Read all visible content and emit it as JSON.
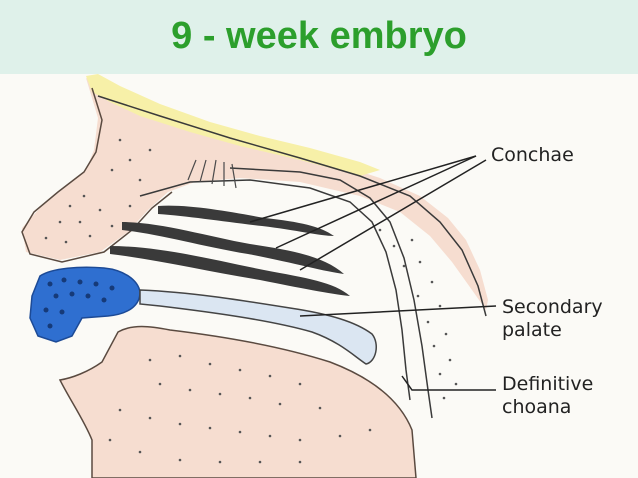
{
  "slide": {
    "title": "9 - week embryo",
    "accent_color": "#2c9f2c",
    "band_color": "#dff1ea"
  },
  "labels": {
    "conchae": "Conchae",
    "secondary_palate_line1": "Secondary",
    "secondary_palate_line2": "palate",
    "definitive_choana_line1": "Definitive",
    "definitive_choana_line2": "choana"
  },
  "colors": {
    "tissue": "#f6ddd0",
    "nasal_bone": "#f7f0a8",
    "premaxilla": "#2f6fd0",
    "palate": "#dbe6f2",
    "conchae": "#3a3a3a"
  }
}
